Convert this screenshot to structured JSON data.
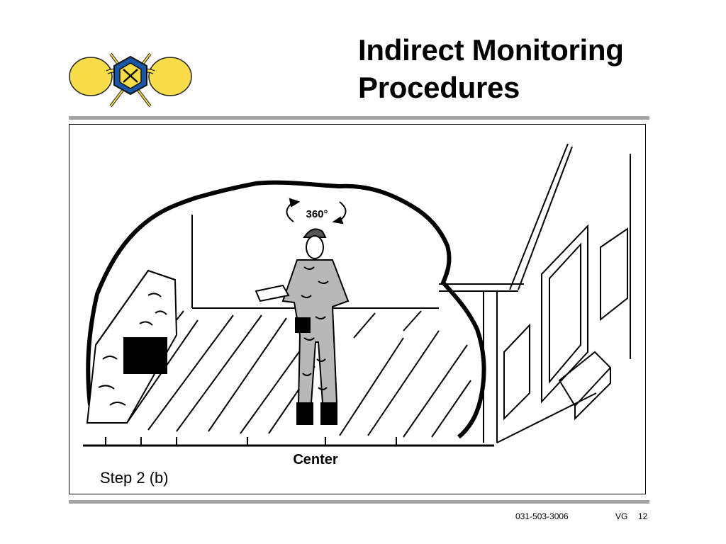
{
  "slide": {
    "title_line1": "Indirect Monitoring",
    "title_line2": "Procedures",
    "rotation_label": "360°",
    "center_caption": "Center",
    "step_label": "Step 2 (b)"
  },
  "footer": {
    "course_code": "031-503-3006",
    "org": "VG",
    "page_number": "12"
  },
  "colors": {
    "logo_yellow": "#f7dc4a",
    "logo_blue": "#1a56a8",
    "rule_gray": "#a3a3a3"
  }
}
